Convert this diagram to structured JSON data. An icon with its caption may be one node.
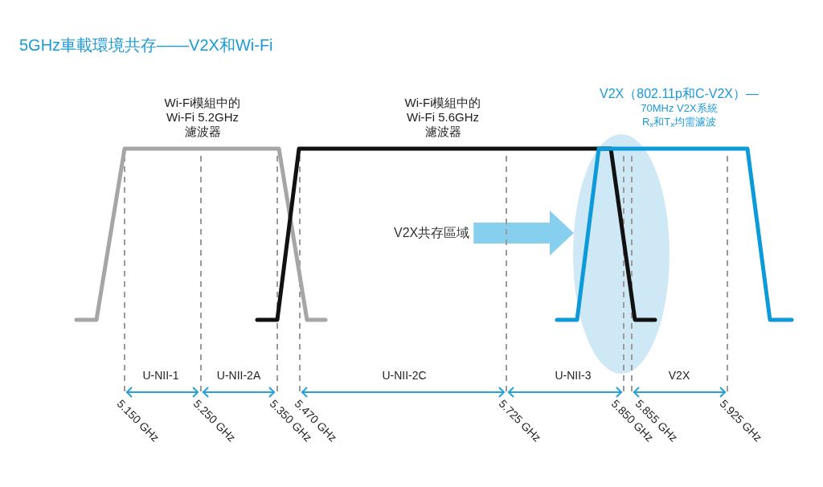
{
  "diagram": {
    "title": "5GHz車載環境共存——V2X和Wi-Fi",
    "nodes": [
      {
        "text": [
          "V2X共存區域"
        ]
      },
      {
        "text": [],
        "shape": "ellipse"
      }
    ],
    "edges": [
      {
        "from": 0,
        "to": 1,
        "arrow": "to"
      }
    ],
    "labels": [
      "Wi-Fi模組中的 Wi-Fi 5.2GHz 濾波器",
      "Wi-Fi模組中的 Wi-Fi 5.6GHz 濾波器",
      "V2X（802.11p和C-V2X）—",
      "70MHz V2X系統 R$_{x}$和T$_{x}$均需濾波",
      "U-NII-1",
      "U-NII-2A",
      "U-NII-2C",
      "U-NII-3",
      "V2X",
      "5.150 GHz",
      "5.250 GHz",
      "5.350 GHz",
      "5.470 GHz",
      "5.725 GHz",
      "5.850 GHz",
      "5.855 GHz",
      "5.925 GHz"
    ]
  }
}
